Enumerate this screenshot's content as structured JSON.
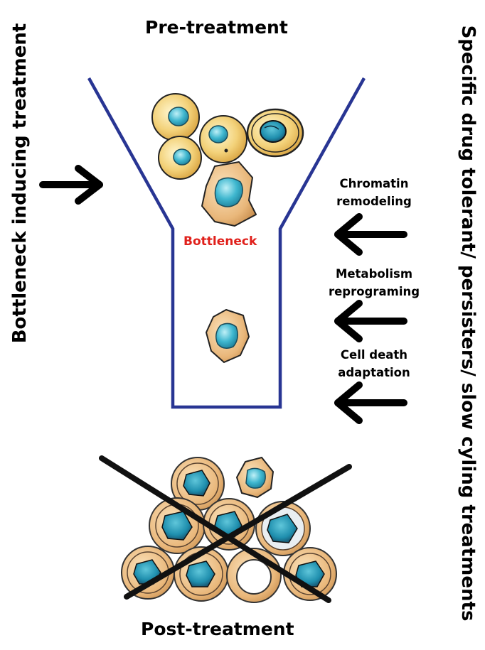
{
  "titles": {
    "pre": "Pre-treatment",
    "post": "Post-treatment",
    "bottleneck": "Bottleneck"
  },
  "side_labels": {
    "left": "Bottleneck inducing treatment",
    "right": "Specific drug tolerant/ persisters/ slow cyling  treatments"
  },
  "mechanisms": [
    {
      "line1": "Chromatin",
      "line2": "remodeling"
    },
    {
      "line1": "Metabolism",
      "line2": "reprograming"
    },
    {
      "line1": "Cell death",
      "line2": "adaptation"
    }
  ],
  "colors": {
    "funnel": "#283593",
    "bottleneck_text": "#e0201b",
    "cell_yellow": "#f3d27a",
    "cell_orange": "#efc68f",
    "nucleus_blue": "#3fb7cf",
    "arrow": "#000000"
  },
  "icons": {
    "left_arrow": "arrow-right-icon",
    "mechanism_arrow": "arrow-left-icon",
    "cross": "x-cross-icon"
  }
}
